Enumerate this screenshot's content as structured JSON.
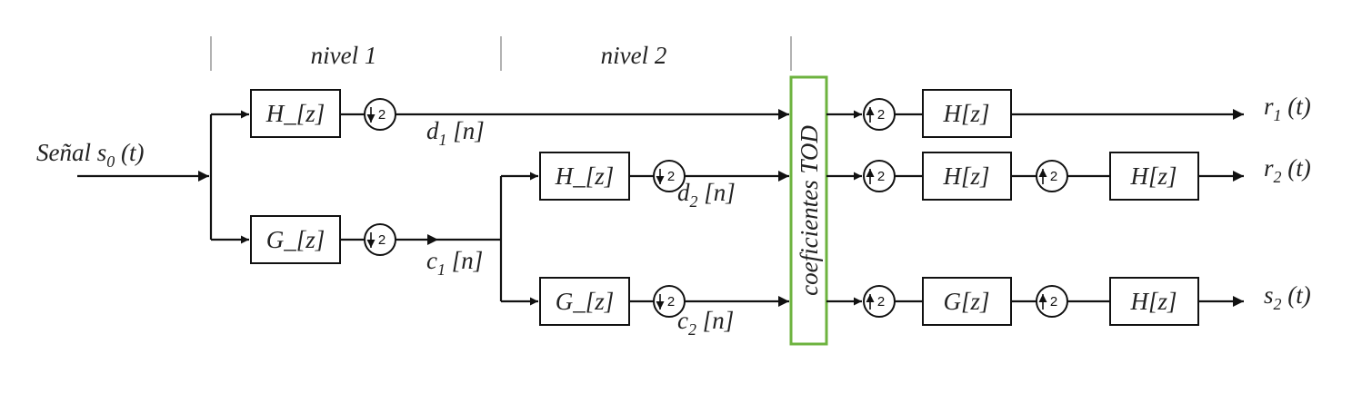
{
  "levels": {
    "level1": "nivel 1",
    "level2": "nivel 2"
  },
  "input": {
    "prefix": "Señal s",
    "sub": "0",
    "suffix": " (t)"
  },
  "blocks": {
    "h_analysis": "H_[z]",
    "g_analysis": "G_[z]",
    "h_synthesis": "H[z]",
    "g_synthesis": "G[z]"
  },
  "downsample": "2",
  "upsample": "2",
  "signals": {
    "d1": {
      "base": "d",
      "sub": "1",
      "suffix": " [n]"
    },
    "c1": {
      "base": "c",
      "sub": "1",
      "suffix": " [n]"
    },
    "d2": {
      "base": "d",
      "sub": "2",
      "suffix": " [n]"
    },
    "c2": {
      "base": "c",
      "sub": "2",
      "suffix": " [n]"
    }
  },
  "tod_label": "coeficientes TOD",
  "outputs": {
    "r1": {
      "base": "r",
      "sub": "1",
      "suffix": " (t)"
    },
    "r2": {
      "base": "r",
      "sub": "2",
      "suffix": " (t)"
    },
    "s2": {
      "base": "s",
      "sub": "2",
      "suffix": " (t)"
    }
  },
  "colors": {
    "tod_border": "#6db33f",
    "lines": "#111111"
  }
}
